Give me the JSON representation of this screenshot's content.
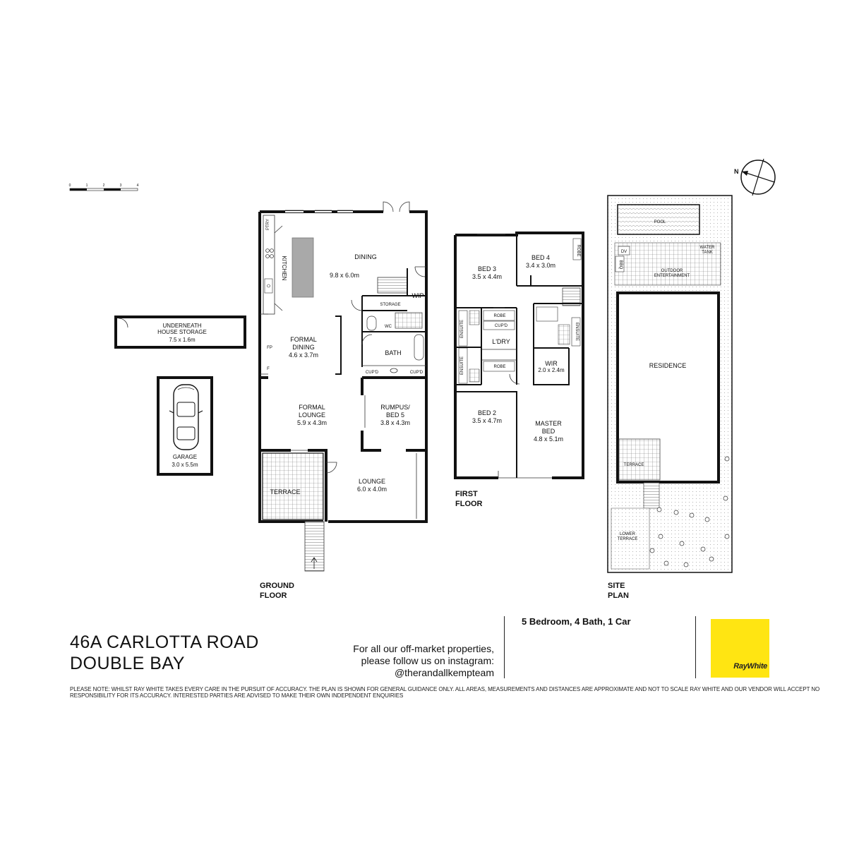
{
  "scale_bar": {
    "ticks": [
      "0",
      "1",
      "2",
      "3",
      "4"
    ]
  },
  "north": {
    "label": "N"
  },
  "ground_floor": {
    "heading_line1": "GROUND",
    "heading_line2": "FLOOR",
    "rooms": {
      "storage_underneath_line1": "UNDERNEATH",
      "storage_underneath_line2": "HOUSE STORAGE",
      "storage_underneath_dim": "7.5 x 1.6m",
      "garage": "GARAGE",
      "garage_dim": "3.0 x 5.5m",
      "ptry": "PTRY",
      "kitchen": "KITCHEN",
      "dining": "DINING",
      "dining_dim": "9.8 x 6.0m",
      "wip": "WIP",
      "storage": "STORAGE",
      "wc": "WC",
      "bath": "BATH",
      "cupd_left": "CUP'D",
      "cupd_right": "CUP'D",
      "fp": "FP",
      "f": "F",
      "formal_dining_line1": "FORMAL",
      "formal_dining_line2": "DINING",
      "formal_dining_dim": "4.6 x 3.7m",
      "formal_lounge_line1": "FORMAL",
      "formal_lounge_line2": "LOUNGE",
      "formal_lounge_dim": "5.9 x 4.3m",
      "rumpus_line1": "RUMPUS/",
      "rumpus_line2": "BED 5",
      "rumpus_dim": "3.8 x 4.3m",
      "terrace": "TERRACE",
      "lounge": "LOUNGE",
      "lounge_dim": "6.0 x 4.0m"
    }
  },
  "first_floor": {
    "heading_line1": "FIRST",
    "heading_line2": "FLOOR",
    "rooms": {
      "bed3": "BED 3",
      "bed3_dim": "3.5 x 4.4m",
      "bed4": "BED 4",
      "bed4_dim": "3.4 x 3.0m",
      "robe_a": "ROBE",
      "robe_b": "ROBE",
      "robe_c": "ROBE",
      "cupd": "CUP'D",
      "ldry": "L'DRY",
      "ensuite_a": "ENSUITE",
      "ensuite_b": "ENSUITE",
      "ensuite_c": "ENSUITE",
      "wir": "WIR",
      "wir_dim": "2.0 x 2.4m",
      "bed2": "BED 2",
      "bed2_dim": "3.5 x 4.7m",
      "master_line1": "MASTER",
      "master_line2": "BED",
      "master_dim": "4.8 x 5.1m"
    }
  },
  "site_plan": {
    "heading_line1": "SITE",
    "heading_line2": "PLAN",
    "labels": {
      "pool": "POOL",
      "dv": "DV",
      "bbq": "BBQ",
      "water_tank_line1": "WATER",
      "water_tank_line2": "TANK",
      "outdoor_line1": "OUTDOOR",
      "outdoor_line2": "ENTERTAINMENT",
      "residence": "RESIDENCE",
      "terrace": "TERRACE",
      "lower_terrace_line1": "LOWER",
      "lower_terrace_line2": "TERRACE"
    }
  },
  "address": {
    "line1": "46A CARLOTTA ROAD",
    "line2": "DOUBLE BAY"
  },
  "instagram": {
    "line1": "For all our off-market properties,",
    "line2": "please follow us on instagram:",
    "line3": "@therandallkempteam"
  },
  "specs": "5 Bedroom, 4 Bath, 1 Car",
  "brand": {
    "name": "RayWhite",
    "color": "#FFE512"
  },
  "disclaimer": "PLEASE NOTE: WHILST RAY WHITE TAKES EVERY CARE IN THE PURSUIT OF ACCURACY. THE PLAN IS SHOWN FOR GENERAL GUIDANCE ONLY. ALL AREAS, MEASUREMENTS AND DISTANCES ARE APPROXIMATE AND NOT TO SCALE RAY WHITE AND OUR VENDOR WILL ACCEPT NO RESPONSIBILITY FOR ITS ACCURACY. INTERESTED PARTIES ARE ADVISED TO MAKE THEIR OWN INDEPENDENT ENQUIRIES"
}
